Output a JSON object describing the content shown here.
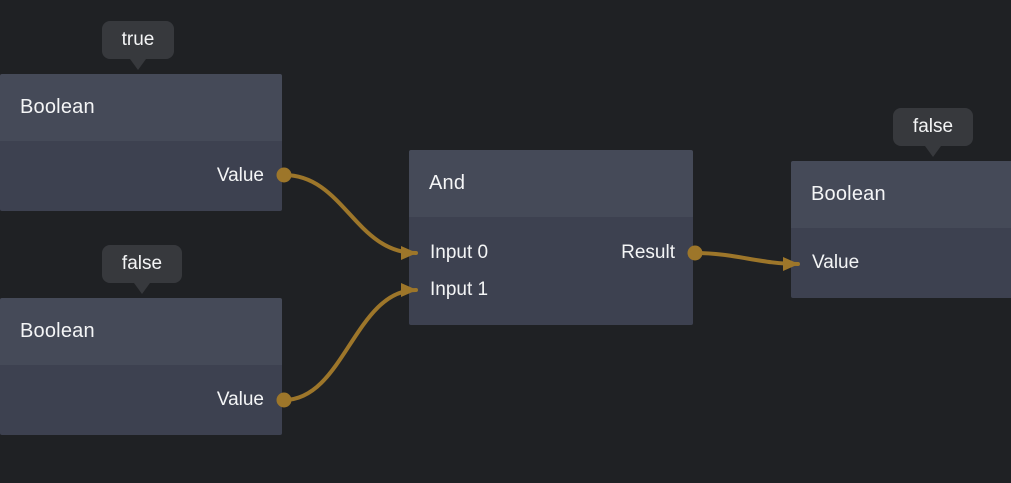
{
  "colors": {
    "background": "#1f2124",
    "node_header": "#454a58",
    "node_body": "#3d4150",
    "tooltip_bg": "#37393d",
    "text": "#f4f5f6",
    "wire": "#9d762a"
  },
  "nodes": [
    {
      "id": "boolean-true",
      "title": "Boolean",
      "value_tooltip": "true",
      "outputs": [
        {
          "label": "Value"
        }
      ]
    },
    {
      "id": "boolean-false",
      "title": "Boolean",
      "value_tooltip": "false",
      "outputs": [
        {
          "label": "Value"
        }
      ]
    },
    {
      "id": "and",
      "title": "And",
      "inputs": [
        {
          "label": "Input 0"
        },
        {
          "label": "Input 1"
        }
      ],
      "outputs": [
        {
          "label": "Result"
        }
      ]
    },
    {
      "id": "boolean-result",
      "title": "Boolean",
      "value_tooltip": "false",
      "inputs": [
        {
          "label": "Value"
        }
      ]
    }
  ],
  "connections": [
    {
      "from": "boolean-true.Value",
      "to": "and.Input 0"
    },
    {
      "from": "boolean-false.Value",
      "to": "and.Input 1"
    },
    {
      "from": "and.Result",
      "to": "boolean-result.Value"
    }
  ]
}
